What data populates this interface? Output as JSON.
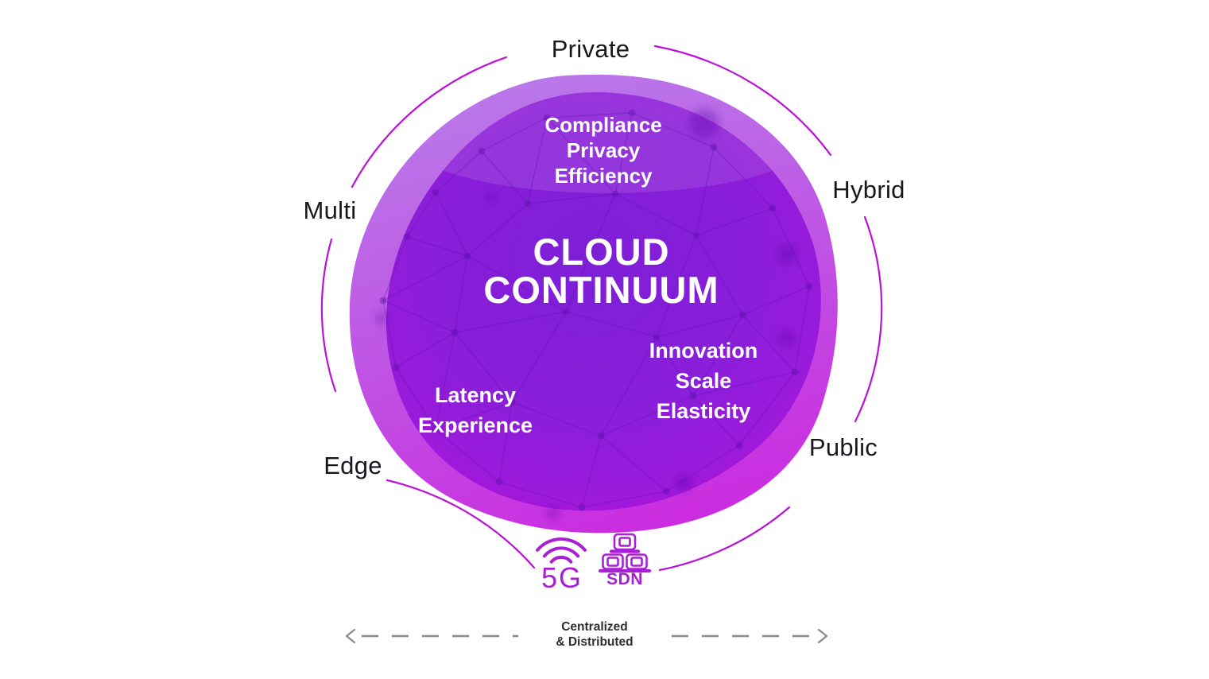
{
  "colors": {
    "accent": "#a81fd6",
    "arc": "#bb10d8",
    "blob_core": "#7d1fd7",
    "blob_mid": "#8a1ed9",
    "blob_edge": "#b414dc",
    "outer_top": "#b97ae9",
    "outer_mid": "#bf55e4",
    "outer_bottom": "#cb2ce0",
    "mesh": "#5a10a8",
    "label_text": "#17171f",
    "footer_text": "#2d2d35",
    "dash": "#88888e",
    "inner_text": "#ffffff"
  },
  "center": {
    "title_line1": "CLOUD",
    "title_line2": "CONTINUUM"
  },
  "clusters": {
    "top": {
      "lines": [
        "Compliance",
        "Privacy",
        "Efficiency"
      ]
    },
    "right": {
      "lines": [
        "Innovation",
        "Scale",
        "Elasticity"
      ]
    },
    "left": {
      "lines": [
        "Latency",
        "Experience"
      ]
    }
  },
  "ring_labels": {
    "private": "Private",
    "hybrid": "Hybrid",
    "public": "Public",
    "edge": "Edge",
    "multi": "Multi"
  },
  "tech_icons": {
    "five_g_label": "5G",
    "sdn_label": "SDN",
    "five_g_icon": "wifi-signal-icon",
    "sdn_icon": "network-switch-icon"
  },
  "footer": {
    "line1": "Centralized",
    "line2": "& Distributed"
  }
}
